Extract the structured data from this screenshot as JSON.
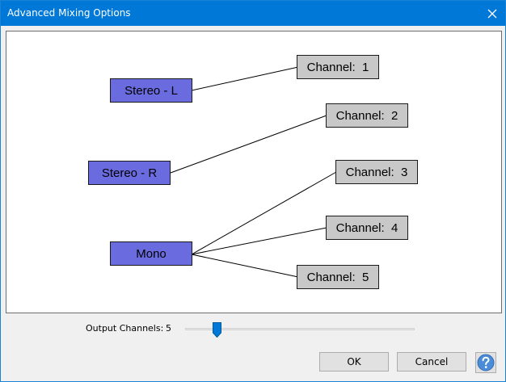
{
  "window": {
    "title": "Advanced Mixing Options"
  },
  "inputs": [
    {
      "label": "Stereo - L"
    },
    {
      "label": "Stereo - R"
    },
    {
      "label": "Mono"
    }
  ],
  "outputs": [
    {
      "label": "Channel:  1"
    },
    {
      "label": "Channel:  2"
    },
    {
      "label": "Channel:  3"
    },
    {
      "label": "Channel:  4"
    },
    {
      "label": "Channel:  5"
    }
  ],
  "connections": [
    {
      "from": "Stereo - L",
      "to": "Channel:  1"
    },
    {
      "from": "Stereo - R",
      "to": "Channel:  2"
    },
    {
      "from": "Mono",
      "to": "Channel:  3"
    },
    {
      "from": "Mono",
      "to": "Channel:  4"
    },
    {
      "from": "Mono",
      "to": "Channel:  5"
    }
  ],
  "output_channels": {
    "label": "Output Channels:",
    "value": "5"
  },
  "buttons": {
    "ok": "OK",
    "cancel": "Cancel"
  },
  "icons": {
    "close": "close-icon",
    "help": "help-icon"
  },
  "colors": {
    "titlebar": "#0078d7",
    "input_node": "#6b6be0",
    "output_node": "#c8c8c8",
    "help_button": "#4a8cd8"
  }
}
